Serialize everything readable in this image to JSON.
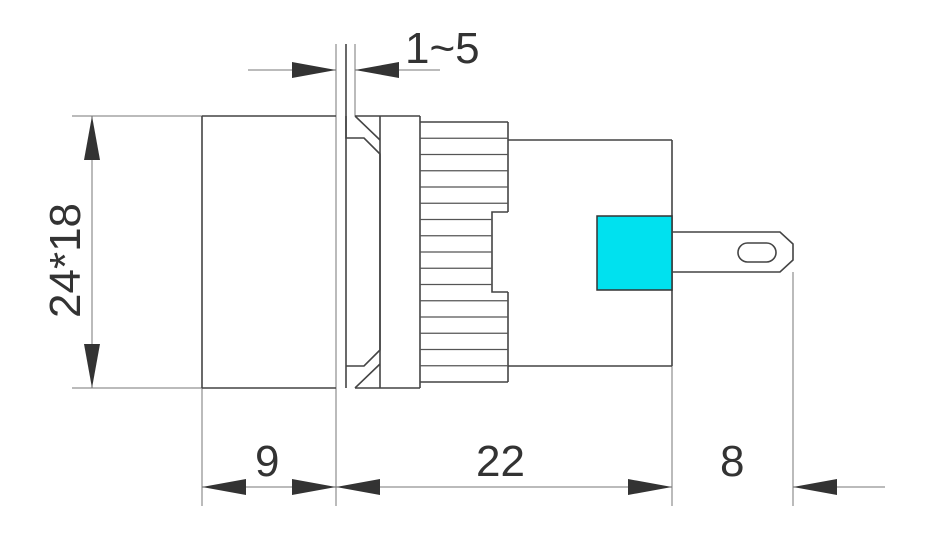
{
  "dimensions": {
    "panel_gap": "1~5",
    "body_size": "24*18",
    "front_depth": "9",
    "body_length": "22",
    "terminal_length": "8"
  },
  "colors": {
    "line": "#555555",
    "arrow": "#333333",
    "indicator": "#00e1ef",
    "background": "#ffffff"
  }
}
